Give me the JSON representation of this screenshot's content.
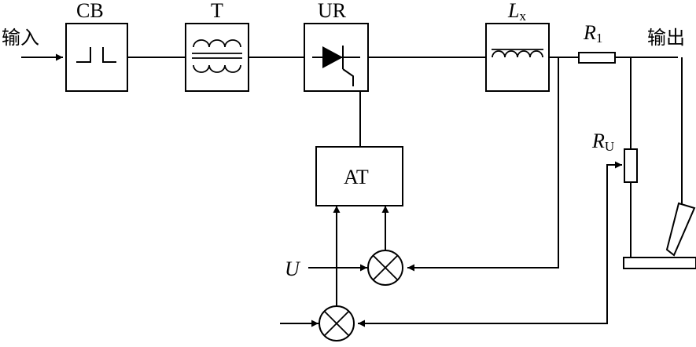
{
  "labels": {
    "input": "输入",
    "output": "输出",
    "cb": "CB",
    "t": "T",
    "ur": "UR",
    "lx_main": "L",
    "lx_sub": "x",
    "r1_main": "R",
    "r1_sub": "1",
    "ru_main": "R",
    "ru_sub": "U",
    "at": "AT",
    "u": "U"
  },
  "icons": [
    "circuit-breaker-icon",
    "transformer-icon",
    "thyristor-icon",
    "inductor-icon",
    "resistor-icon",
    "summing-junction-icon",
    "arrow-icon",
    "load-electrode-icon"
  ]
}
